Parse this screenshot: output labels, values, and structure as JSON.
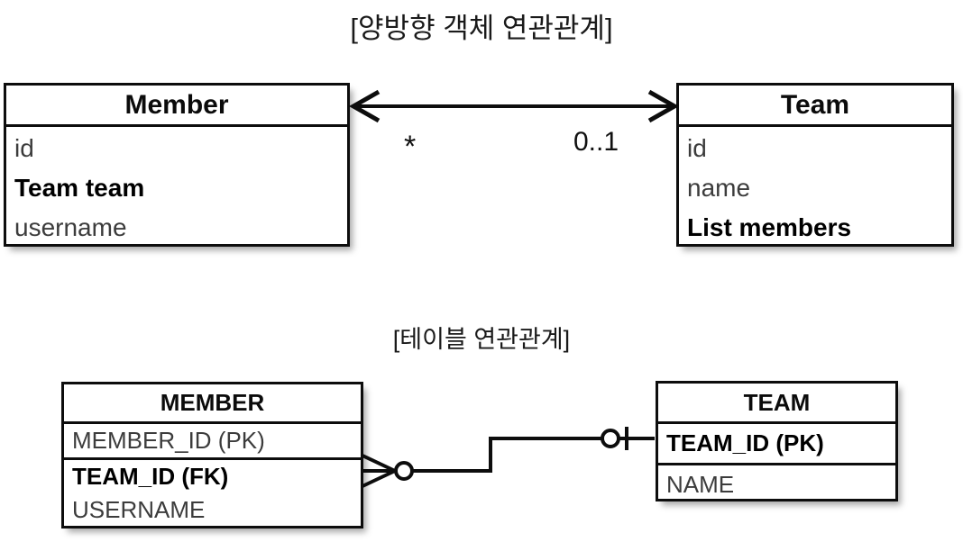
{
  "page": {
    "background": "#ffffff",
    "ink": "#0d0d0d",
    "muted_ink": "#3c3c3c"
  },
  "object_diagram": {
    "title": "[양방향 객체 연관관계]",
    "left_class": {
      "name": "Member",
      "attributes": [
        {
          "text": "id",
          "emphasis": false
        },
        {
          "text": "Team team",
          "emphasis": true
        },
        {
          "text": "username",
          "emphasis": false
        }
      ]
    },
    "right_class": {
      "name": "Team",
      "attributes": [
        {
          "text": "id",
          "emphasis": false
        },
        {
          "text": "name",
          "emphasis": false
        },
        {
          "text": "List members",
          "emphasis": true
        }
      ]
    },
    "association": {
      "style": "bidirectional-double-arrow",
      "left_multiplicity": "*",
      "right_multiplicity": "0..1"
    }
  },
  "table_diagram": {
    "title": "[테이블 연관관계]",
    "left_table": {
      "name": "MEMBER",
      "sections": [
        {
          "columns": [
            {
              "text": "MEMBER_ID (PK)",
              "emphasis": false
            }
          ]
        },
        {
          "columns": [
            {
              "text": "TEAM_ID (FK)",
              "emphasis": true
            },
            {
              "text": "USERNAME",
              "emphasis": false
            }
          ]
        }
      ]
    },
    "right_table": {
      "name": "TEAM",
      "sections": [
        {
          "columns": [
            {
              "text": "TEAM_ID (PK)",
              "emphasis": true
            }
          ]
        },
        {
          "columns": [
            {
              "text": "NAME",
              "emphasis": false
            }
          ]
        }
      ]
    },
    "relationship": {
      "notation": "crows-foot",
      "left_end": "zero-or-many",
      "right_end": "zero-or-one"
    }
  },
  "icons": {
    "double_arrow": "double-arrow-icon",
    "crows_foot": "crows-foot-icon",
    "optional_circle": "optional-circle-icon",
    "mandatory_tick": "mandatory-tick-icon"
  }
}
